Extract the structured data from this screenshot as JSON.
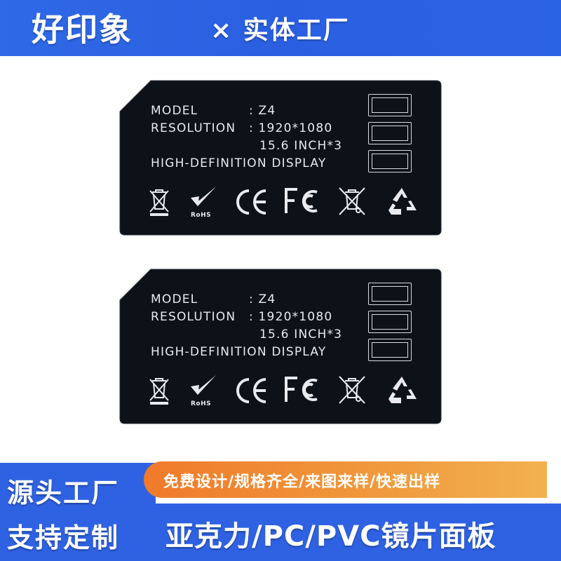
{
  "header": {
    "brand": "好印象",
    "tagline": "× 实体工厂"
  },
  "label": {
    "model_key": "MODEL",
    "model_value": ": Z4",
    "resolution_key": "RESOLUTION",
    "resolution_value": ": 1920*1080",
    "size_value": "15.6 INCH*3",
    "display_line": "HIGH-DEFINITION DISPLAY",
    "rohs_text": "RoHS",
    "icons": [
      "weee-bin-icon",
      "rohs-check-icon",
      "ce-mark-icon",
      "fcc-mark-icon",
      "weee-bin-crossed-icon",
      "recycle-icon"
    ]
  },
  "footer": {
    "left_line1": "源头工厂",
    "left_line2": "支持定制",
    "features": "免费设计/规格齐全/来图来样/快速出样",
    "materials": "亚克力/PC/PVC镜片面板"
  },
  "colors": {
    "banner_blue": "#2f62e3",
    "label_black": "#0d1218",
    "label_text": "#e8eaee",
    "accent_orange": "#f07a2a"
  }
}
